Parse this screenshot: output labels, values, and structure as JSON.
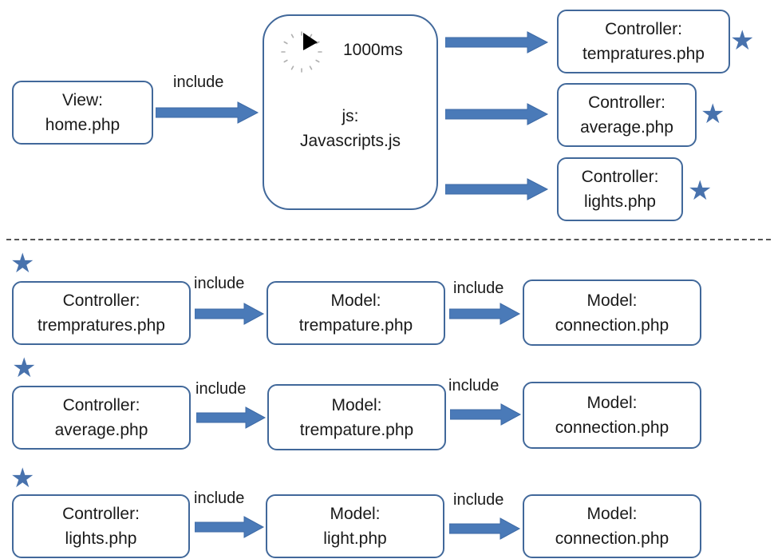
{
  "top": {
    "view_box": {
      "line1": "View:",
      "line2": "home.php"
    },
    "include_label": "include",
    "js_box": {
      "timer_label": "1000ms",
      "line1": "js:",
      "line2": "Javascripts.js"
    },
    "controllers": [
      {
        "line1": "Controller:",
        "line2": "tempratures.php"
      },
      {
        "line1": "Controller:",
        "line2": "average.php"
      },
      {
        "line1": "Controller:",
        "line2": "lights.php"
      }
    ]
  },
  "rows": [
    {
      "include1": "include",
      "include2": "include",
      "controller": {
        "line1": "Controller:",
        "line2": "trempratures.php"
      },
      "model": {
        "line1": "Model:",
        "line2": "trempature.php"
      },
      "connection": {
        "line1": "Model:",
        "line2": "connection.php"
      }
    },
    {
      "include1": "include",
      "include2": "include",
      "controller": {
        "line1": "Controller:",
        "line2": "average.php"
      },
      "model": {
        "line1": "Model:",
        "line2": "trempature.php"
      },
      "connection": {
        "line1": "Model:",
        "line2": "connection.php"
      }
    },
    {
      "include1": "include",
      "include2": "include",
      "controller": {
        "line1": "Controller:",
        "line2": "lights.php"
      },
      "model": {
        "line1": "Model:",
        "line2": "light.php"
      },
      "connection": {
        "line1": "Model:",
        "line2": "connection.php"
      }
    }
  ],
  "colors": {
    "box_border": "#41689a",
    "arrow": "#4a7ab8",
    "star": "#4872ad"
  },
  "icons": {
    "star": "star-icon",
    "timer": "timer-icon"
  }
}
